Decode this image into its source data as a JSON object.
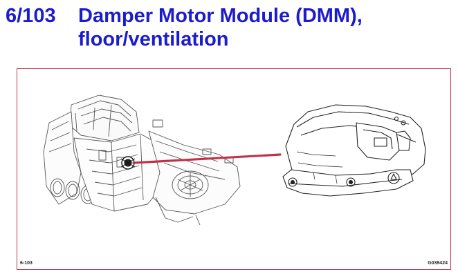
{
  "heading": {
    "number": "6/103",
    "title_line1": "Damper Motor Module (DMM),",
    "title_line2": "floor/ventilation"
  },
  "figure": {
    "code_left": "6-103",
    "code_right": "G039424",
    "leader_color": "#c2314a",
    "frame_color": "#c2314a",
    "heading_color": "#1c1ccf"
  }
}
